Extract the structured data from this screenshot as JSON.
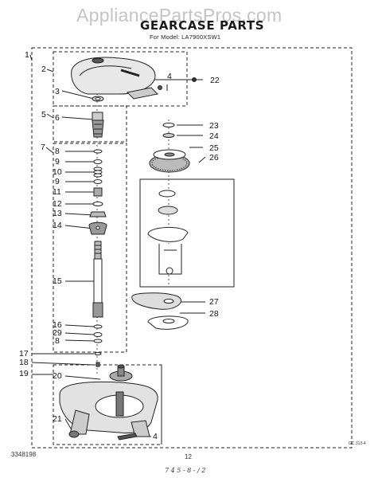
{
  "watermark": "AppliancePartsPros.com",
  "title": "GEARCASE PARTS",
  "subtitle": "For Model: LA7900XSW1",
  "footer": {
    "code": "3348198",
    "page": "12",
    "handwritten": "7 4 5 - 8 - / 2",
    "ref": "GC 312-4"
  },
  "callouts": {
    "c1": "1",
    "c2": "2",
    "c3": "3",
    "c4a": "4",
    "c4b": "4",
    "c5": "5",
    "c6": "6",
    "c7": "7",
    "c8a": "8",
    "c8b": "8",
    "c9a": "9",
    "c9b": "9",
    "c10": "10",
    "c11": "11",
    "c12": "12",
    "c13": "13",
    "c14": "14",
    "c15": "15",
    "c16": "16",
    "c17": "17",
    "c18": "18",
    "c19": "19",
    "c20": "20",
    "c21": "21",
    "c22": "22",
    "c23": "23",
    "c24": "24",
    "c25": "25",
    "c26": "26",
    "c27": "27",
    "c28": "28",
    "c29": "29"
  }
}
